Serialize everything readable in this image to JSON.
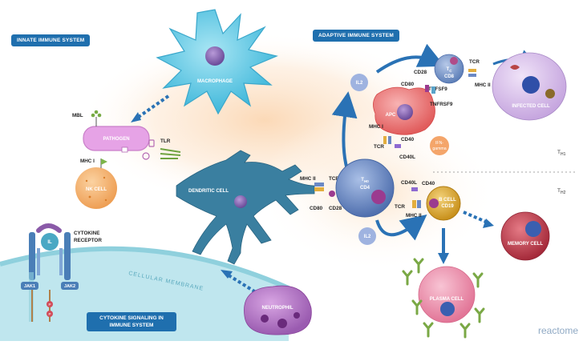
{
  "sections": {
    "innate": "INNATE IMMUNE SYSTEM",
    "adaptive": "ADAPTIVE IMMUNE SYSTEM",
    "cytokine_signaling": "CYTOKINE SIGNALING IN IMMUNE SYSTEM"
  },
  "cells": {
    "macrophage": "MACROPHAGE",
    "pathogen": "PATHOGEN",
    "nk_cell": "NK CELL",
    "dendritic_cell": "DENDRITIC CELL",
    "neutrophil": "NEUTROPHIL",
    "apc": "APC",
    "tc_line1": "T",
    "tc_sub": "C",
    "tc_line2": "CD8",
    "infected_cell": "INFECTED CELL",
    "th0_line1": "T",
    "th0_sub": "H0",
    "th0_line2": "CD4",
    "b_cell_line1": "B CELL",
    "b_cell_line2": "CD19",
    "memory_cell": "MEMORY CELL",
    "plasma_cell": "PLASMA CELL",
    "il2_top": "IL2",
    "il2_bottom": "IL2",
    "ifn_gamma_line1": "IFN-",
    "ifn_gamma_line2": "gamma"
  },
  "receptors": {
    "mbl": "MBL",
    "mhc_i_nk": "MHC I",
    "tlr": "TLR",
    "mhc_ii_dc": "MHC II",
    "tcr_dc": "TCR",
    "cd80_dc": "CD80",
    "cd28_dc": "CD28",
    "cd28_top": "CD28",
    "cd80_top": "CD80",
    "tnfsf9": "TNFSF9",
    "tnfrsf9": "TNFRSF9",
    "tcr_top": "TCR",
    "mhc_ii_top": "MHC II",
    "mhc_i_apc": "MHC I",
    "tcr_apc": "TCR",
    "cd40_apc": "CD40",
    "cd40l_apc": "CD40L",
    "cd40_b": "CD40",
    "cd40l_b": "CD40L",
    "tcr_b": "TCR",
    "mhc_ii_b": "MHC II"
  },
  "th_labels": {
    "th1_main": "T",
    "th1_sub": "H1",
    "th2_main": "T",
    "th2_sub": "H2"
  },
  "cytokine_receptor": {
    "il": "IL",
    "title_line1": "CYTOKINE",
    "title_line2": "RECEPTOR",
    "jak1": "JAK1",
    "jak2": "JAK2",
    "p1": "P",
    "p2": "P",
    "membrane": "CELLULAR MEMBRANE"
  },
  "brand": "reactome",
  "colors": {
    "tag_bg": "#1f6fae",
    "macrophage": "#5bc6e3",
    "pathogen": "#e6a3e6",
    "nk_cell": "#f3b06c",
    "dendritic": "#3a7fa0",
    "th0": "#6f8fc7",
    "apc": "#f08585",
    "infected": "#d8c0ea",
    "b_cell": "#e0b23a",
    "memory": "#c8404f",
    "plasma": "#ec9ab3",
    "neutrophil": "#b477c6",
    "membrane": "#8fd0dd"
  }
}
